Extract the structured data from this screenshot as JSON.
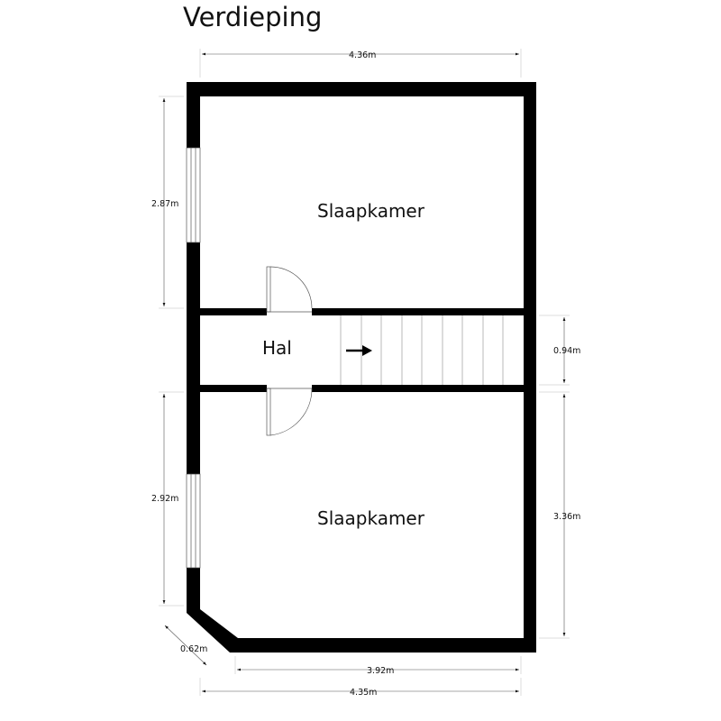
{
  "title": "Verdieping",
  "rooms": {
    "top": "Slaapkamer",
    "hall": "Hal",
    "bottom": "Slaapkamer"
  },
  "dimensions": {
    "top_width": "4.36m",
    "bottom_width": "4.35m",
    "bottom_inner_width": "3.92m",
    "left_top_height": "2.87m",
    "left_bottom_height": "2.92m",
    "right_hall_height": "0.94m",
    "right_bottom_height": "3.36m",
    "corner_diagonal": "0.62m"
  }
}
